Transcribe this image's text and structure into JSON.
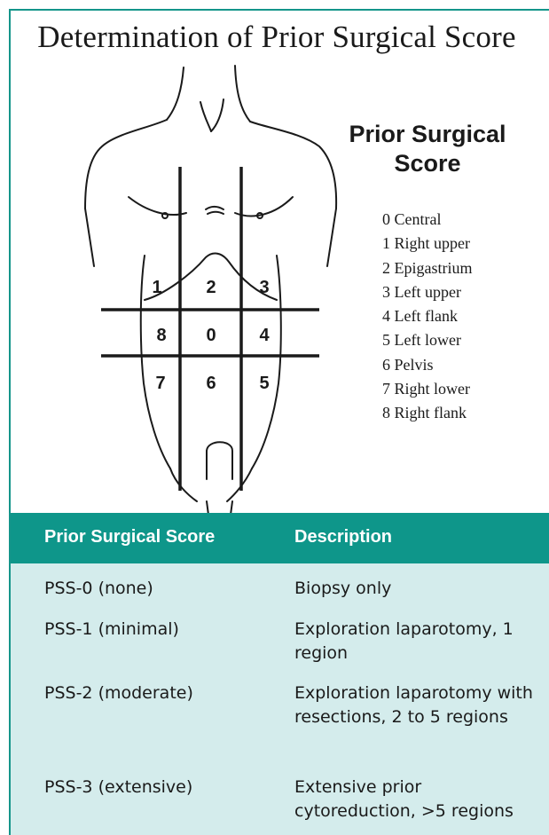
{
  "title": "Determination of Prior Surgical Score",
  "legend": {
    "title": "Prior Surgical Score",
    "items": [
      "0 Central",
      "1 Right upper",
      "2 Epigastrium",
      "3 Left upper",
      "4 Left flank",
      "5 Left lower",
      "6 Pelvis",
      "7 Right lower",
      "8 Right flank"
    ]
  },
  "regions": {
    "r1": "1",
    "r2": "2",
    "r3": "3",
    "r8": "8",
    "r0": "0",
    "r4": "4",
    "r7": "7",
    "r6": "6",
    "r5": "5"
  },
  "table": {
    "headers": [
      "Prior Surgical Score",
      "Description"
    ],
    "rows": [
      {
        "score": "PSS-0 (none)",
        "description": "Biopsy only"
      },
      {
        "score": "PSS-1 (minimal)",
        "description": "Exploration laparotomy, 1 region"
      },
      {
        "score": "PSS-2 (moderate)",
        "description": "Exploration laparotomy with resections, 2 to 5 regions"
      },
      {
        "score": "PSS-3 (extensive)",
        "description": "Extensive prior cytoreduction, >5 regions"
      }
    ]
  },
  "colors": {
    "accent": "#0e968a",
    "table_body": "#d4ecec",
    "border": "#14958a"
  }
}
